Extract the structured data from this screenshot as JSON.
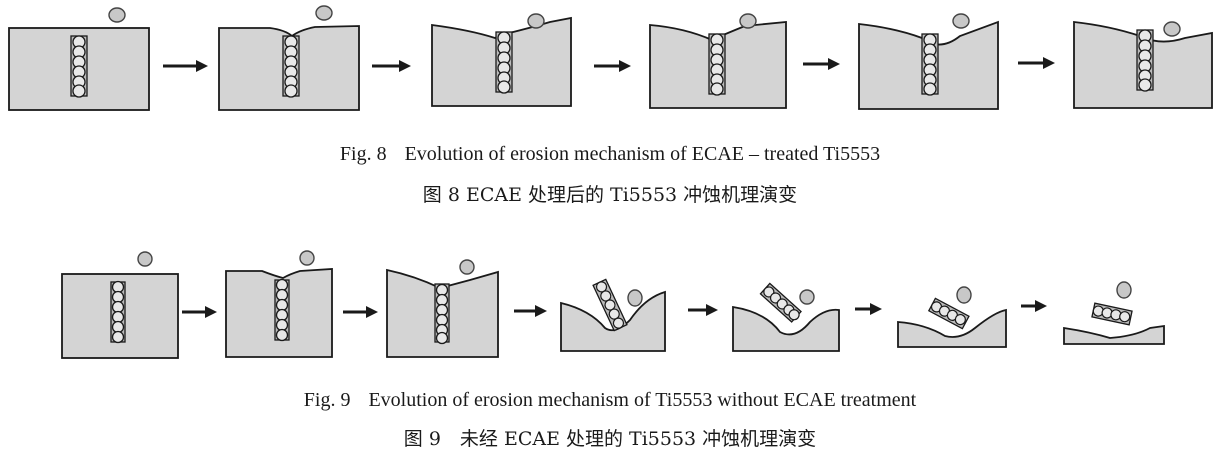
{
  "fig8": {
    "caption_en_label": "Fig. 8",
    "caption_en_text": "Evolution of erosion mechanism of ECAE – treated Ti5553",
    "caption_zh": "图 8 ECAE 处理后的 Ti5553 冲蚀机理演变",
    "stage_count": 6
  },
  "fig9": {
    "caption_en_label": "Fig. 9",
    "caption_en_text": "Evolution of erosion mechanism of Ti5553 without ECAE treatment",
    "caption_zh": "图 9　未经 ECAE 处理的 Ti5553 冲蚀机理演变",
    "stage_count": 7
  },
  "colors": {
    "substrate_fill": "#d4d4d4",
    "outline": "#1a1a1a",
    "particle_fill": "#c8c8c8"
  }
}
